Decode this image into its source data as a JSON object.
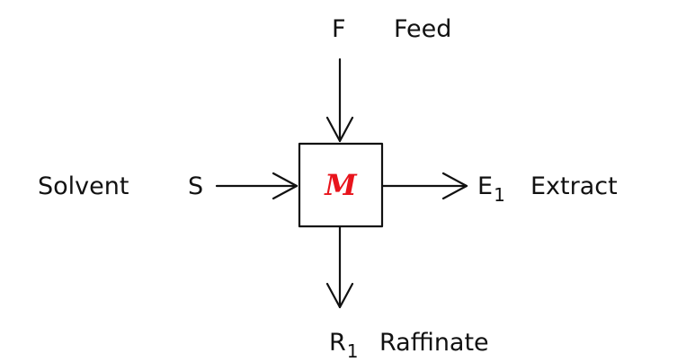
{
  "feed": {
    "symbol": "F",
    "name": "Feed"
  },
  "solvent": {
    "name": "Solvent",
    "symbol": "S"
  },
  "extract": {
    "symbol": "E",
    "subscript": "1",
    "name": "Extract"
  },
  "raffinate": {
    "symbol": "R",
    "subscript": "1",
    "name": "Raffinate"
  },
  "mixer": {
    "label": "M"
  },
  "colors": {
    "line": "#111111",
    "mixer_label": "#e8141c",
    "background": "#ffffff"
  }
}
